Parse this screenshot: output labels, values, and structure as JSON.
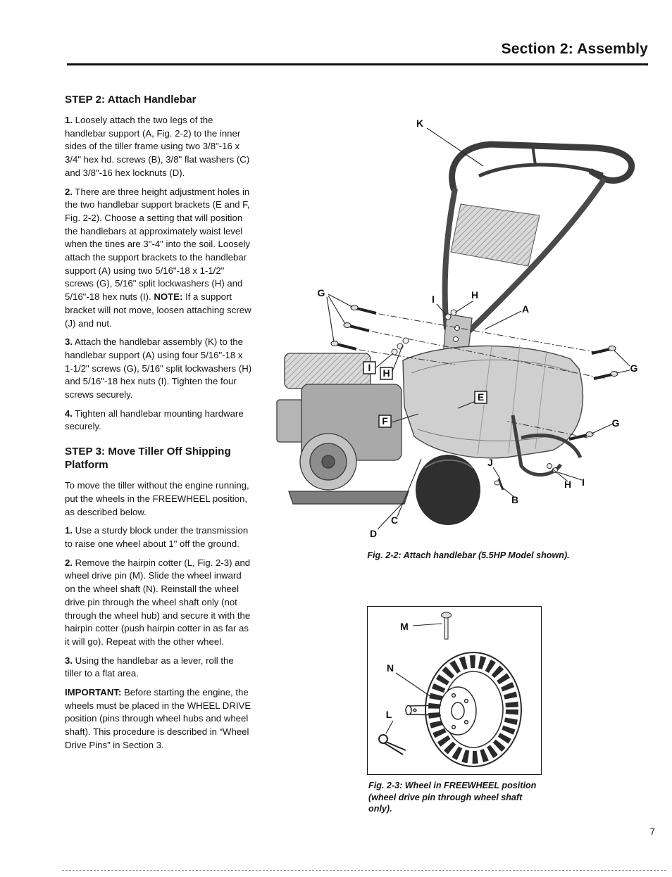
{
  "header": {
    "section_title": "Section 2: Assembly"
  },
  "page": {
    "number": "7"
  },
  "step2": {
    "heading": "STEP 2: Attach Handlebar",
    "p1": {
      "lead": "1.",
      "text": " Loosely attach the two legs of the handlebar support (A, Fig. 2-2) to the inner sides of the tiller frame using two 3/8\"-16 x 3/4\" hex hd. screws (B), 3/8\" flat washers (C) and 3/8\"-16 hex locknuts (D)."
    },
    "p2": {
      "lead": "2.",
      "text": " There are three height adjustment holes in the two handlebar support brackets (E and F, Fig. 2-2).  Choose a setting that will position the handlebars at approximately waist level when the tines are 3\"-4\" into the soil.  Loosely attach the support brackets to the handlebar support (A) using two 5/16\"-18 x 1-1/2\" screws (G), 5/16\" split lockwashers (H) and 5/16\"-18 hex nuts (I).  ",
      "note_label": "NOTE:",
      "text2": " If a support bracket will not move, loosen attaching screw (J) and nut."
    },
    "p3": {
      "lead": "3.",
      "text": " Attach the handlebar assembly (K) to the handlebar support (A) using four 5/16\"-18 x 1-1/2\" screws (G), 5/16\" split lockwashers (H) and 5/16\"-18 hex nuts (I). Tighten the four screws securely."
    },
    "p4": {
      "lead": "4.",
      "text": " Tighten all handlebar mounting hardware securely."
    }
  },
  "step3": {
    "heading": "STEP 3:  Move Tiller Off Shipping Platform",
    "intro": "To move the tiller without the engine running, put the wheels in the FREEWHEEL position, as described below.",
    "p1": {
      "lead": "1.",
      "text": " Use a sturdy block under the transmission to raise one wheel about 1\" off the ground."
    },
    "p2": {
      "lead": "2.",
      "text": " Remove the hairpin cotter (L, Fig. 2-3) and wheel drive pin (M). Slide the wheel inward on the wheel shaft (N). Reinstall the wheel drive pin through the wheel shaft only (not through the wheel hub) and secure it with the hairpin cotter (push hairpin cotter in as far as it will go). Repeat with the other wheel."
    },
    "p3": {
      "lead": "3.",
      "text": "  Using the handlebar as a lever, roll the tiller to a flat area."
    },
    "important": {
      "lead": "IMPORTANT:",
      "text": " Before starting the engine, the wheels must be placed in the WHEEL DRIVE position (pins through wheel hubs and wheel shaft).  This procedure is described in “Wheel Drive Pins” in Section 3."
    }
  },
  "fig22": {
    "caption": "Fig. 2-2: Attach handlebar (5.5HP Model shown).",
    "callouts": [
      "K",
      "G",
      "I",
      "H",
      "A",
      "G",
      "I",
      "H",
      "E",
      "F",
      "G",
      "J",
      "H",
      "I",
      "B",
      "C",
      "D"
    ]
  },
  "fig23": {
    "caption": "Fig. 2-3: Wheel in FREEWHEEL position (wheel drive pin through wheel shaft only).",
    "callouts": [
      "M",
      "N",
      "L"
    ]
  }
}
